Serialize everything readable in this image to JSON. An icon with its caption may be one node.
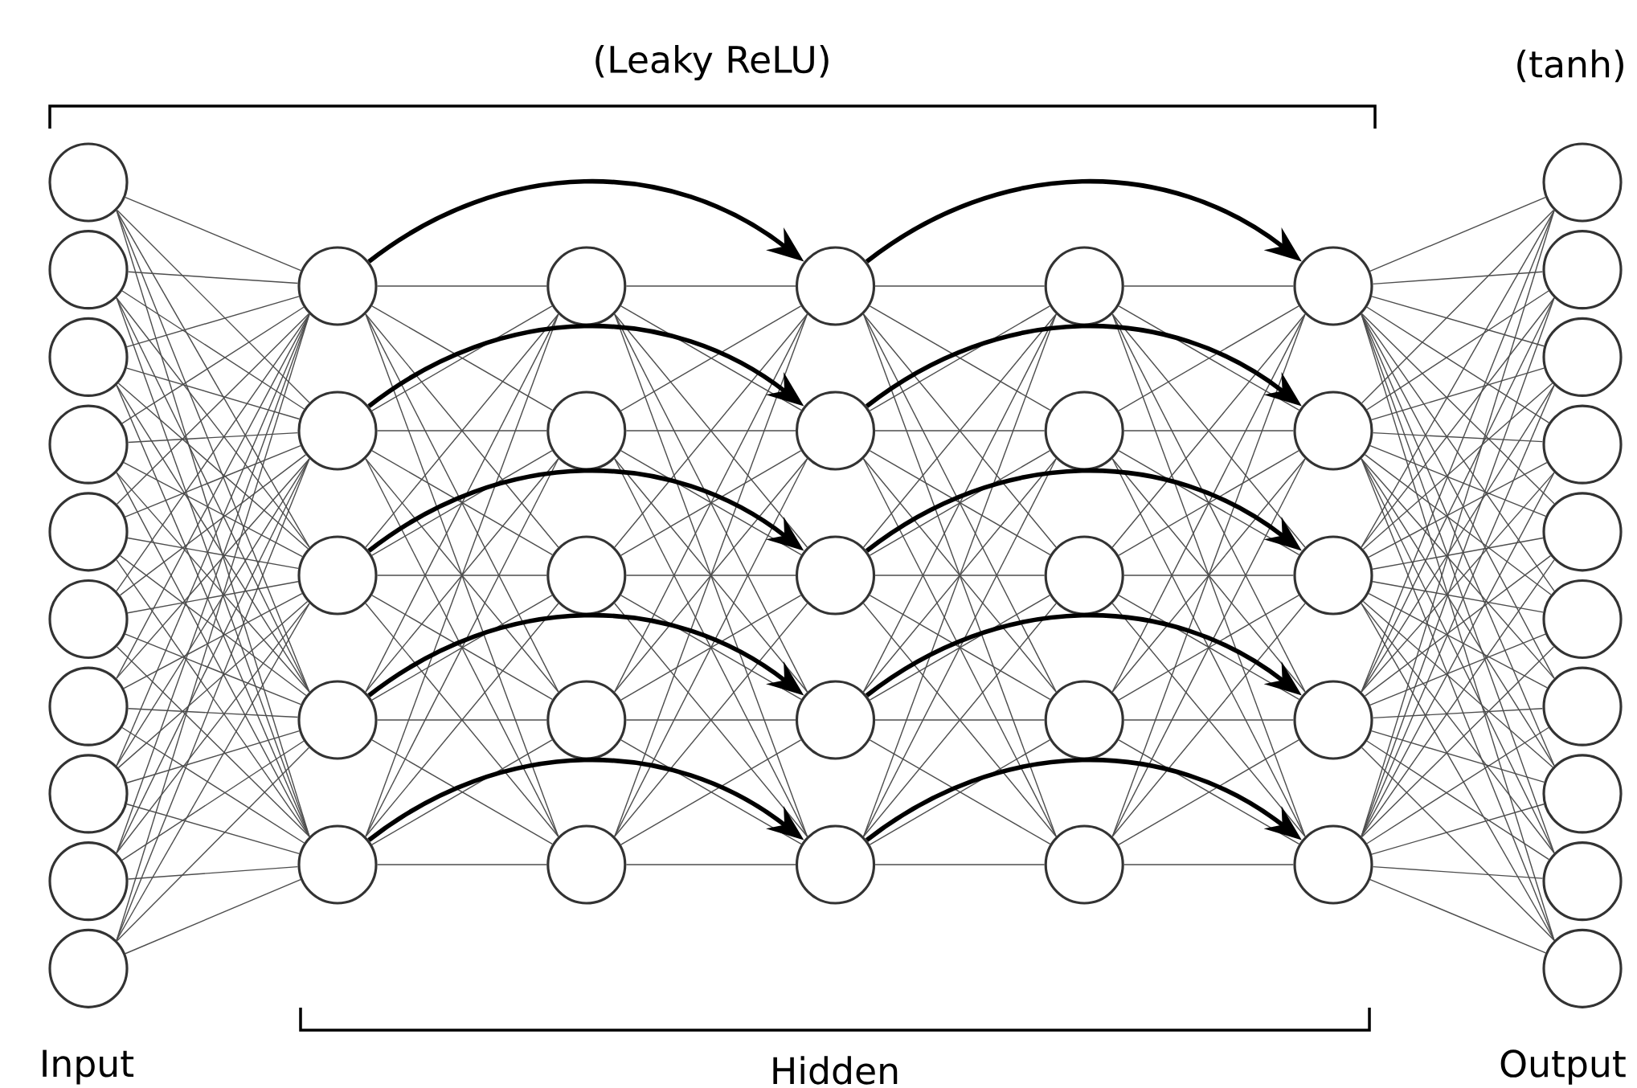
{
  "diagram": {
    "nodes": [
      {
        "text": [],
        "shape": "circle"
      },
      {
        "text": [],
        "shape": "circle"
      },
      {
        "text": [],
        "shape": "circle"
      },
      {
        "text": [],
        "shape": "circle"
      },
      {
        "text": [],
        "shape": "circle"
      },
      {
        "text": [],
        "shape": "circle"
      },
      {
        "text": [],
        "shape": "circle"
      },
      {
        "text": [],
        "shape": "circle"
      },
      {
        "text": [],
        "shape": "circle"
      },
      {
        "text": [],
        "shape": "circle"
      },
      {
        "text": [],
        "shape": "circle"
      },
      {
        "text": [],
        "shape": "circle"
      },
      {
        "text": [],
        "shape": "circle"
      },
      {
        "text": [],
        "shape": "circle"
      },
      {
        "text": [],
        "shape": "circle"
      },
      {
        "text": [],
        "shape": "circle"
      },
      {
        "text": [],
        "shape": "circle"
      },
      {
        "text": [],
        "shape": "circle"
      },
      {
        "text": [],
        "shape": "circle"
      },
      {
        "text": [],
        "shape": "circle"
      },
      {
        "text": [],
        "shape": "circle"
      },
      {
        "text": [],
        "shape": "circle"
      },
      {
        "text": [],
        "shape": "circle"
      },
      {
        "text": [],
        "shape": "circle"
      },
      {
        "text": [],
        "shape": "circle"
      },
      {
        "text": [],
        "shape": "circle"
      },
      {
        "text": [],
        "shape": "circle"
      },
      {
        "text": [],
        "shape": "circle"
      },
      {
        "text": [],
        "shape": "circle"
      },
      {
        "text": [],
        "shape": "circle"
      },
      {
        "text": [],
        "shape": "circle"
      },
      {
        "text": [],
        "shape": "circle"
      },
      {
        "text": [],
        "shape": "circle"
      },
      {
        "text": [],
        "shape": "circle"
      },
      {
        "text": [],
        "shape": "circle"
      },
      {
        "text": [],
        "shape": "circle"
      },
      {
        "text": [],
        "shape": "circle"
      },
      {
        "text": [],
        "shape": "circle"
      },
      {
        "text": [],
        "shape": "circle"
      },
      {
        "text": [],
        "shape": "circle"
      },
      {
        "text": [],
        "shape": "circle"
      },
      {
        "text": [],
        "shape": "circle"
      },
      {
        "text": [],
        "shape": "circle"
      },
      {
        "text": [],
        "shape": "circle"
      },
      {
        "text": [],
        "shape": "circle"
      }
    ],
    "edges": [
      {
        "from": 0,
        "to": 10,
        "arrow": "none"
      },
      {
        "from": 0,
        "to": 11,
        "arrow": "none"
      },
      {
        "from": 0,
        "to": 12,
        "arrow": "none"
      },
      {
        "from": 0,
        "to": 13,
        "arrow": "none"
      },
      {
        "from": 0,
        "to": 14,
        "arrow": "none"
      },
      {
        "from": 1,
        "to": 10,
        "arrow": "none"
      },
      {
        "from": 1,
        "to": 11,
        "arrow": "none"
      },
      {
        "from": 1,
        "to": 12,
        "arrow": "none"
      },
      {
        "from": 1,
        "to": 13,
        "arrow": "none"
      },
      {
        "from": 1,
        "to": 14,
        "arrow": "none"
      },
      {
        "from": 2,
        "to": 10,
        "arrow": "none"
      },
      {
        "from": 2,
        "to": 11,
        "arrow": "none"
      },
      {
        "from": 2,
        "to": 12,
        "arrow": "none"
      },
      {
        "from": 2,
        "to": 13,
        "arrow": "none"
      },
      {
        "from": 2,
        "to": 14,
        "arrow": "none"
      },
      {
        "from": 3,
        "to": 10,
        "arrow": "none"
      },
      {
        "from": 3,
        "to": 11,
        "arrow": "none"
      },
      {
        "from": 3,
        "to": 12,
        "arrow": "none"
      },
      {
        "from": 3,
        "to": 13,
        "arrow": "none"
      },
      {
        "from": 3,
        "to": 14,
        "arrow": "none"
      },
      {
        "from": 4,
        "to": 10,
        "arrow": "none"
      },
      {
        "from": 4,
        "to": 11,
        "arrow": "none"
      },
      {
        "from": 4,
        "to": 12,
        "arrow": "none"
      },
      {
        "from": 4,
        "to": 13,
        "arrow": "none"
      },
      {
        "from": 4,
        "to": 14,
        "arrow": "none"
      },
      {
        "from": 5,
        "to": 10,
        "arrow": "none"
      },
      {
        "from": 5,
        "to": 11,
        "arrow": "none"
      },
      {
        "from": 5,
        "to": 12,
        "arrow": "none"
      },
      {
        "from": 5,
        "to": 13,
        "arrow": "none"
      },
      {
        "from": 5,
        "to": 14,
        "arrow": "none"
      },
      {
        "from": 6,
        "to": 10,
        "arrow": "none"
      },
      {
        "from": 6,
        "to": 11,
        "arrow": "none"
      },
      {
        "from": 6,
        "to": 12,
        "arrow": "none"
      },
      {
        "from": 6,
        "to": 13,
        "arrow": "none"
      },
      {
        "from": 6,
        "to": 14,
        "arrow": "none"
      },
      {
        "from": 7,
        "to": 10,
        "arrow": "none"
      },
      {
        "from": 7,
        "to": 11,
        "arrow": "none"
      },
      {
        "from": 7,
        "to": 12,
        "arrow": "none"
      },
      {
        "from": 7,
        "to": 13,
        "arrow": "none"
      },
      {
        "from": 7,
        "to": 14,
        "arrow": "none"
      },
      {
        "from": 8,
        "to": 10,
        "arrow": "none"
      },
      {
        "from": 8,
        "to": 11,
        "arrow": "none"
      },
      {
        "from": 8,
        "to": 12,
        "arrow": "none"
      },
      {
        "from": 8,
        "to": 13,
        "arrow": "none"
      },
      {
        "from": 8,
        "to": 14,
        "arrow": "none"
      },
      {
        "from": 9,
        "to": 10,
        "arrow": "none"
      },
      {
        "from": 9,
        "to": 11,
        "arrow": "none"
      },
      {
        "from": 9,
        "to": 12,
        "arrow": "none"
      },
      {
        "from": 9,
        "to": 13,
        "arrow": "none"
      },
      {
        "from": 9,
        "to": 14,
        "arrow": "none"
      },
      {
        "from": 10,
        "to": 15,
        "arrow": "none"
      },
      {
        "from": 10,
        "to": 16,
        "arrow": "none"
      },
      {
        "from": 10,
        "to": 17,
        "arrow": "none"
      },
      {
        "from": 10,
        "to": 18,
        "arrow": "none"
      },
      {
        "from": 10,
        "to": 19,
        "arrow": "none"
      },
      {
        "from": 11,
        "to": 15,
        "arrow": "none"
      },
      {
        "from": 11,
        "to": 16,
        "arrow": "none"
      },
      {
        "from": 11,
        "to": 17,
        "arrow": "none"
      },
      {
        "from": 11,
        "to": 18,
        "arrow": "none"
      },
      {
        "from": 11,
        "to": 19,
        "arrow": "none"
      },
      {
        "from": 12,
        "to": 15,
        "arrow": "none"
      },
      {
        "from": 12,
        "to": 16,
        "arrow": "none"
      },
      {
        "from": 12,
        "to": 17,
        "arrow": "none"
      },
      {
        "from": 12,
        "to": 18,
        "arrow": "none"
      },
      {
        "from": 12,
        "to": 19,
        "arrow": "none"
      },
      {
        "from": 13,
        "to": 15,
        "arrow": "none"
      },
      {
        "from": 13,
        "to": 16,
        "arrow": "none"
      },
      {
        "from": 13,
        "to": 17,
        "arrow": "none"
      },
      {
        "from": 13,
        "to": 18,
        "arrow": "none"
      },
      {
        "from": 13,
        "to": 19,
        "arrow": "none"
      },
      {
        "from": 14,
        "to": 15,
        "arrow": "none"
      },
      {
        "from": 14,
        "to": 16,
        "arrow": "none"
      },
      {
        "from": 14,
        "to": 17,
        "arrow": "none"
      },
      {
        "from": 14,
        "to": 18,
        "arrow": "none"
      },
      {
        "from": 14,
        "to": 19,
        "arrow": "none"
      },
      {
        "from": 15,
        "to": 20,
        "arrow": "none"
      },
      {
        "from": 15,
        "to": 21,
        "arrow": "none"
      },
      {
        "from": 15,
        "to": 22,
        "arrow": "none"
      },
      {
        "from": 15,
        "to": 23,
        "arrow": "none"
      },
      {
        "from": 15,
        "to": 24,
        "arrow": "none"
      },
      {
        "from": 16,
        "to": 20,
        "arrow": "none"
      },
      {
        "from": 16,
        "to": 21,
        "arrow": "none"
      },
      {
        "from": 16,
        "to": 22,
        "arrow": "none"
      },
      {
        "from": 16,
        "to": 23,
        "arrow": "none"
      },
      {
        "from": 16,
        "to": 24,
        "arrow": "none"
      },
      {
        "from": 17,
        "to": 20,
        "arrow": "none"
      },
      {
        "from": 17,
        "to": 21,
        "arrow": "none"
      },
      {
        "from": 17,
        "to": 22,
        "arrow": "none"
      },
      {
        "from": 17,
        "to": 23,
        "arrow": "none"
      },
      {
        "from": 17,
        "to": 24,
        "arrow": "none"
      },
      {
        "from": 18,
        "to": 20,
        "arrow": "none"
      },
      {
        "from": 18,
        "to": 21,
        "arrow": "none"
      },
      {
        "from": 18,
        "to": 22,
        "arrow": "none"
      },
      {
        "from": 18,
        "to": 23,
        "arrow": "none"
      },
      {
        "from": 18,
        "to": 24,
        "arrow": "none"
      },
      {
        "from": 19,
        "to": 20,
        "arrow": "none"
      },
      {
        "from": 19,
        "to": 21,
        "arrow": "none"
      },
      {
        "from": 19,
        "to": 22,
        "arrow": "none"
      },
      {
        "from": 19,
        "to": 23,
        "arrow": "none"
      },
      {
        "from": 19,
        "to": 24,
        "arrow": "none"
      },
      {
        "from": 20,
        "to": 25,
        "arrow": "none"
      },
      {
        "from": 20,
        "to": 26,
        "arrow": "none"
      },
      {
        "from": 20,
        "to": 27,
        "arrow": "none"
      },
      {
        "from": 20,
        "to": 28,
        "arrow": "none"
      },
      {
        "from": 20,
        "to": 29,
        "arrow": "none"
      },
      {
        "from": 21,
        "to": 25,
        "arrow": "none"
      },
      {
        "from": 21,
        "to": 26,
        "arrow": "none"
      },
      {
        "from": 21,
        "to": 27,
        "arrow": "none"
      },
      {
        "from": 21,
        "to": 28,
        "arrow": "none"
      },
      {
        "from": 21,
        "to": 29,
        "arrow": "none"
      },
      {
        "from": 22,
        "to": 25,
        "arrow": "none"
      },
      {
        "from": 22,
        "to": 26,
        "arrow": "none"
      },
      {
        "from": 22,
        "to": 27,
        "arrow": "none"
      },
      {
        "from": 22,
        "to": 28,
        "arrow": "none"
      },
      {
        "from": 22,
        "to": 29,
        "arrow": "none"
      },
      {
        "from": 23,
        "to": 25,
        "arrow": "none"
      },
      {
        "from": 23,
        "to": 26,
        "arrow": "none"
      },
      {
        "from": 23,
        "to": 27,
        "arrow": "none"
      },
      {
        "from": 23,
        "to": 28,
        "arrow": "none"
      },
      {
        "from": 23,
        "to": 29,
        "arrow": "none"
      },
      {
        "from": 24,
        "to": 25,
        "arrow": "none"
      },
      {
        "from": 24,
        "to": 26,
        "arrow": "none"
      },
      {
        "from": 24,
        "to": 27,
        "arrow": "none"
      },
      {
        "from": 24,
        "to": 28,
        "arrow": "none"
      },
      {
        "from": 24,
        "to": 29,
        "arrow": "none"
      },
      {
        "from": 25,
        "to": 30,
        "arrow": "none"
      },
      {
        "from": 25,
        "to": 31,
        "arrow": "none"
      },
      {
        "from": 25,
        "to": 32,
        "arrow": "none"
      },
      {
        "from": 25,
        "to": 33,
        "arrow": "none"
      },
      {
        "from": 25,
        "to": 34,
        "arrow": "none"
      },
      {
        "from": 26,
        "to": 30,
        "arrow": "none"
      },
      {
        "from": 26,
        "to": 31,
        "arrow": "none"
      },
      {
        "from": 26,
        "to": 32,
        "arrow": "none"
      },
      {
        "from": 26,
        "to": 33,
        "arrow": "none"
      },
      {
        "from": 26,
        "to": 34,
        "arrow": "none"
      },
      {
        "from": 27,
        "to": 30,
        "arrow": "none"
      },
      {
        "from": 27,
        "to": 31,
        "arrow": "none"
      },
      {
        "from": 27,
        "to": 32,
        "arrow": "none"
      },
      {
        "from": 27,
        "to": 33,
        "arrow": "none"
      },
      {
        "from": 27,
        "to": 34,
        "arrow": "none"
      },
      {
        "from": 28,
        "to": 30,
        "arrow": "none"
      },
      {
        "from": 28,
        "to": 31,
        "arrow": "none"
      },
      {
        "from": 28,
        "to": 32,
        "arrow": "none"
      },
      {
        "from": 28,
        "to": 33,
        "arrow": "none"
      },
      {
        "from": 28,
        "to": 34,
        "arrow": "none"
      },
      {
        "from": 29,
        "to": 30,
        "arrow": "none"
      },
      {
        "from": 29,
        "to": 31,
        "arrow": "none"
      },
      {
        "from": 29,
        "to": 32,
        "arrow": "none"
      },
      {
        "from": 29,
        "to": 33,
        "arrow": "none"
      },
      {
        "from": 29,
        "to": 34,
        "arrow": "none"
      },
      {
        "from": 30,
        "to": 35,
        "arrow": "none"
      },
      {
        "from": 30,
        "to": 36,
        "arrow": "none"
      },
      {
        "from": 30,
        "to": 37,
        "arrow": "none"
      },
      {
        "from": 30,
        "to": 38,
        "arrow": "none"
      },
      {
        "from": 30,
        "to": 39,
        "arrow": "none"
      },
      {
        "from": 30,
        "to": 40,
        "arrow": "none"
      },
      {
        "from": 30,
        "to": 41,
        "arrow": "none"
      },
      {
        "from": 30,
        "to": 42,
        "arrow": "none"
      },
      {
        "from": 30,
        "to": 43,
        "arrow": "none"
      },
      {
        "from": 30,
        "to": 44,
        "arrow": "none"
      },
      {
        "from": 31,
        "to": 35,
        "arrow": "none"
      },
      {
        "from": 31,
        "to": 36,
        "arrow": "none"
      },
      {
        "from": 31,
        "to": 37,
        "arrow": "none"
      },
      {
        "from": 31,
        "to": 38,
        "arrow": "none"
      },
      {
        "from": 31,
        "to": 39,
        "arrow": "none"
      },
      {
        "from": 31,
        "to": 40,
        "arrow": "none"
      },
      {
        "from": 31,
        "to": 41,
        "arrow": "none"
      },
      {
        "from": 31,
        "to": 42,
        "arrow": "none"
      },
      {
        "from": 31,
        "to": 43,
        "arrow": "none"
      },
      {
        "from": 31,
        "to": 44,
        "arrow": "none"
      },
      {
        "from": 32,
        "to": 35,
        "arrow": "none"
      },
      {
        "from": 32,
        "to": 36,
        "arrow": "none"
      },
      {
        "from": 32,
        "to": 37,
        "arrow": "none"
      },
      {
        "from": 32,
        "to": 38,
        "arrow": "none"
      },
      {
        "from": 32,
        "to": 39,
        "arrow": "none"
      },
      {
        "from": 32,
        "to": 40,
        "arrow": "none"
      },
      {
        "from": 32,
        "to": 41,
        "arrow": "none"
      },
      {
        "from": 32,
        "to": 42,
        "arrow": "none"
      },
      {
        "from": 32,
        "to": 43,
        "arrow": "none"
      },
      {
        "from": 32,
        "to": 44,
        "arrow": "none"
      },
      {
        "from": 33,
        "to": 35,
        "arrow": "none"
      },
      {
        "from": 33,
        "to": 36,
        "arrow": "none"
      },
      {
        "from": 33,
        "to": 37,
        "arrow": "none"
      },
      {
        "from": 33,
        "to": 38,
        "arrow": "none"
      },
      {
        "from": 33,
        "to": 39,
        "arrow": "none"
      },
      {
        "from": 33,
        "to": 40,
        "arrow": "none"
      },
      {
        "from": 33,
        "to": 41,
        "arrow": "none"
      },
      {
        "from": 33,
        "to": 42,
        "arrow": "none"
      },
      {
        "from": 33,
        "to": 43,
        "arrow": "none"
      },
      {
        "from": 33,
        "to": 44,
        "arrow": "none"
      },
      {
        "from": 34,
        "to": 35,
        "arrow": "none"
      },
      {
        "from": 34,
        "to": 36,
        "arrow": "none"
      },
      {
        "from": 34,
        "to": 37,
        "arrow": "none"
      },
      {
        "from": 34,
        "to": 38,
        "arrow": "none"
      },
      {
        "from": 34,
        "to": 39,
        "arrow": "none"
      },
      {
        "from": 34,
        "to": 40,
        "arrow": "none"
      },
      {
        "from": 34,
        "to": 41,
        "arrow": "none"
      },
      {
        "from": 34,
        "to": 42,
        "arrow": "none"
      },
      {
        "from": 34,
        "to": 43,
        "arrow": "none"
      },
      {
        "from": 34,
        "to": 44,
        "arrow": "none"
      },
      {
        "from": 10,
        "to": 20,
        "arrow": "to",
        "style": "thick",
        "color": "#000000"
      },
      {
        "from": 20,
        "to": 30,
        "arrow": "to",
        "style": "thick",
        "color": "#000000"
      },
      {
        "from": 11,
        "to": 21,
        "arrow": "to",
        "style": "thick",
        "color": "#000000"
      },
      {
        "from": 21,
        "to": 31,
        "arrow": "to",
        "style": "thick",
        "color": "#000000"
      },
      {
        "from": 12,
        "to": 22,
        "arrow": "to",
        "style": "thick",
        "color": "#000000"
      },
      {
        "from": 22,
        "to": 32,
        "arrow": "to",
        "style": "thick",
        "color": "#000000"
      },
      {
        "from": 13,
        "to": 23,
        "arrow": "to",
        "style": "thick",
        "color": "#000000"
      },
      {
        "from": 23,
        "to": 33,
        "arrow": "to",
        "style": "thick",
        "color": "#000000"
      },
      {
        "from": 14,
        "to": 24,
        "arrow": "to",
        "style": "thick",
        "color": "#000000"
      },
      {
        "from": 24,
        "to": 34,
        "arrow": "to",
        "style": "thick",
        "color": "#000000"
      }
    ],
    "labels": [
      "(Leaky ReLU)",
      "(tanh)",
      "Input",
      "Hidden",
      "Output"
    ]
  }
}
